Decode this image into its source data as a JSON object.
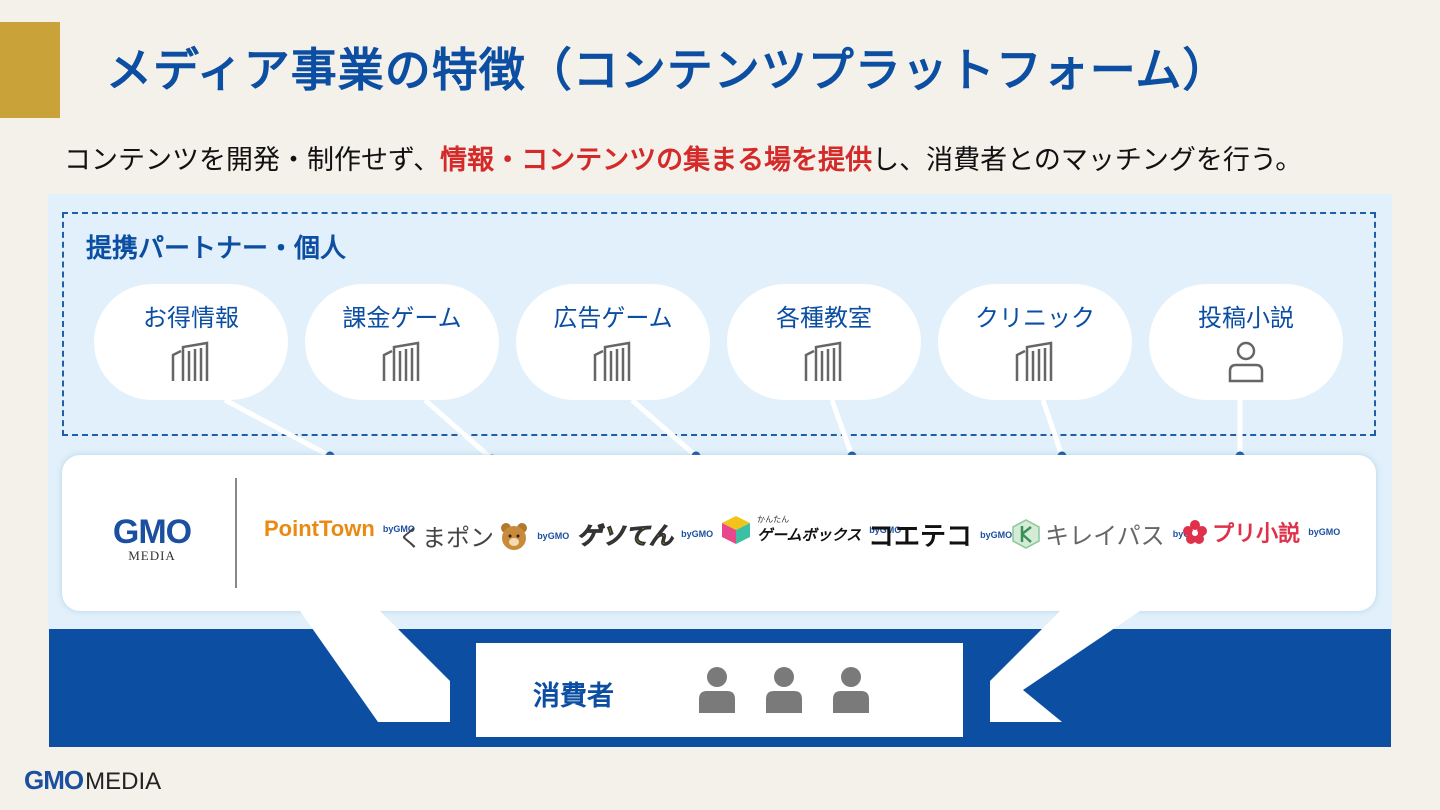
{
  "slide": {
    "title": "メディア事業の特徴（コンテンツプラットフォーム）",
    "subtitle_pre": "コンテンツを開発・制作せず、",
    "subtitle_highlight": "情報・コンテンツの集まる場を提供",
    "subtitle_post": "し、消費者とのマッチングを行う。"
  },
  "partners": {
    "heading": "提携パートナー・個人",
    "items": [
      {
        "label": "お得情報",
        "icon": "building-icon"
      },
      {
        "label": "課金ゲーム",
        "icon": "building-icon"
      },
      {
        "label": "広告ゲーム",
        "icon": "building-icon"
      },
      {
        "label": "各種教室",
        "icon": "building-icon"
      },
      {
        "label": "クリニック",
        "icon": "building-icon"
      },
      {
        "label": "投稿小説",
        "icon": "person-icon"
      }
    ]
  },
  "brands": {
    "company_logo": {
      "gmo": "GMO",
      "media": "MEDIA"
    },
    "items": [
      {
        "name": "PointTown",
        "by": "byGMO",
        "color": "#e98a12"
      },
      {
        "name": "くまポン",
        "by": "byGMO",
        "color": "#444444"
      },
      {
        "name": "ゲソてん",
        "by": "byGMO",
        "color": "#d8b400"
      },
      {
        "top": "かんたん",
        "name": "ゲームボックス",
        "by": "byGMO",
        "color": "#111111"
      },
      {
        "name": "コエテコ",
        "by": "byGMO",
        "color": "#111111"
      },
      {
        "name": "キレイパス",
        "by": "byGMO",
        "color": "#666666"
      },
      {
        "name": "プリ小説",
        "by": "byGMO",
        "color": "#e0304a"
      }
    ]
  },
  "consumers": {
    "label": "消費者",
    "count": 3
  },
  "footer": {
    "gmo": "GMO",
    "media": "MEDIA"
  },
  "colors": {
    "primary": "#0b4ea2",
    "accent": "#c9a23a",
    "highlight": "#d42a2a",
    "light_bg": "#e1f0fa"
  }
}
